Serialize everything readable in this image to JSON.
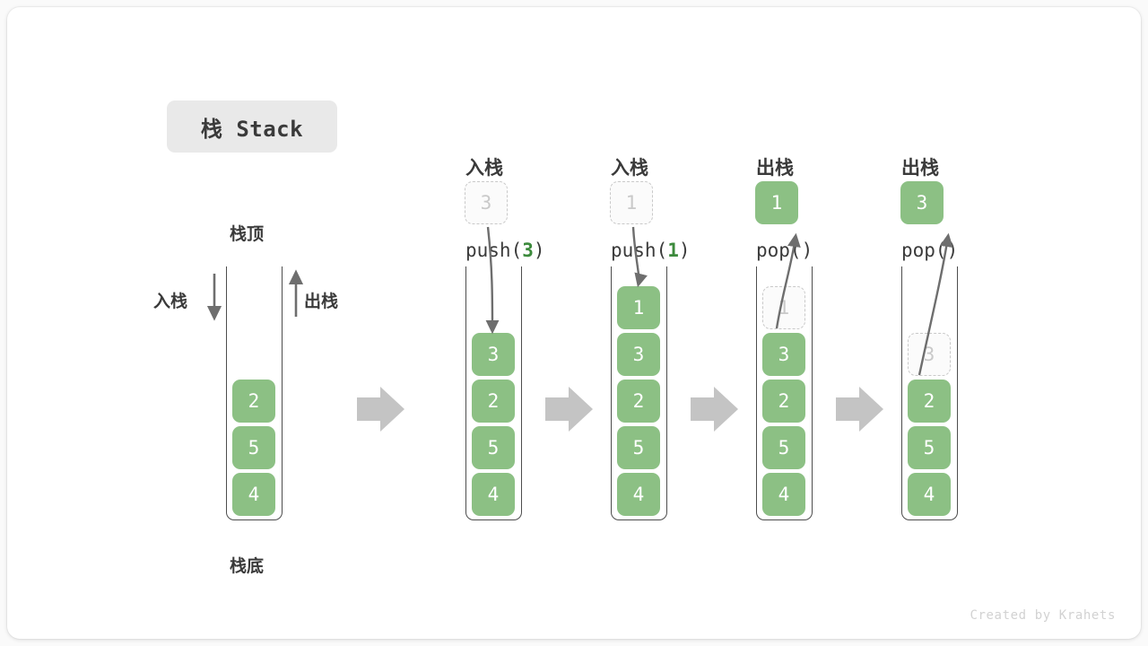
{
  "title_badge": {
    "label": "栈 Stack"
  },
  "credit": "Created by Krahets",
  "legend": {
    "top_label": "栈顶",
    "bottom_label": "栈底",
    "push_label": "入栈",
    "pop_label": "出栈"
  },
  "columns": [
    {
      "id": "initial",
      "op_cn": "",
      "op_code": "",
      "floating": null,
      "stack": [
        "2",
        "5",
        "4"
      ],
      "ghost_top": null
    },
    {
      "id": "push3",
      "op_cn": "入栈",
      "op_code": "push(",
      "op_arg": "3",
      "op_code_end": ")",
      "floating": {
        "value": "3",
        "style": "ghost"
      },
      "stack": [
        "3",
        "2",
        "5",
        "4"
      ],
      "ghost_top": null,
      "arrow": "down"
    },
    {
      "id": "push1",
      "op_cn": "入栈",
      "op_code": "push(",
      "op_arg": "1",
      "op_code_end": ")",
      "floating": {
        "value": "1",
        "style": "ghost"
      },
      "stack": [
        "1",
        "3",
        "2",
        "5",
        "4"
      ],
      "ghost_top": null,
      "arrow": "down"
    },
    {
      "id": "pop1",
      "op_cn": "出栈",
      "op_code": "pop(",
      "op_arg": "",
      "op_code_end": ")",
      "floating": {
        "value": "1",
        "style": "solid"
      },
      "stack": [
        "3",
        "2",
        "5",
        "4"
      ],
      "ghost_top": "1",
      "arrow": "up"
    },
    {
      "id": "pop3",
      "op_cn": "出栈",
      "op_code": "pop(",
      "op_arg": "",
      "op_code_end": ")",
      "floating": {
        "value": "3",
        "style": "solid"
      },
      "stack": [
        "2",
        "5",
        "4"
      ],
      "ghost_top": "3",
      "arrow": "up"
    }
  ],
  "colors": {
    "cell_green": "#8cc084",
    "arrow_gray": "#c4c4c4",
    "line_gray": "#6e6e6e",
    "badge_bg": "#e9e9e9",
    "accent_green_text": "#3c8a3c"
  },
  "flow_arrows": 4
}
